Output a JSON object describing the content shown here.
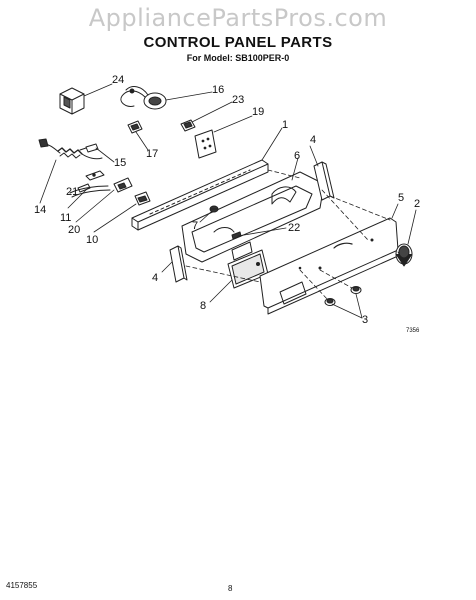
{
  "header": {
    "watermark": "AppliancePartsPros.com",
    "title": "CONTROL PANEL PARTS",
    "model": "For Model: SB100PER-0"
  },
  "callouts": {
    "p1": "1",
    "p2": "2",
    "p3": "3",
    "p4a": "4",
    "p4b": "4",
    "p5": "5",
    "p6": "6",
    "p7": "7",
    "p8": "8",
    "p10": "10",
    "p11": "11",
    "p14": "14",
    "p15": "15",
    "p16": "16",
    "p17": "17",
    "p19": "19",
    "p20": "20",
    "p21": "21",
    "p22": "22",
    "p23": "23",
    "p24": "24"
  },
  "drawing_code": "7356",
  "footer": {
    "doc_number": "4157855",
    "page": "8"
  }
}
